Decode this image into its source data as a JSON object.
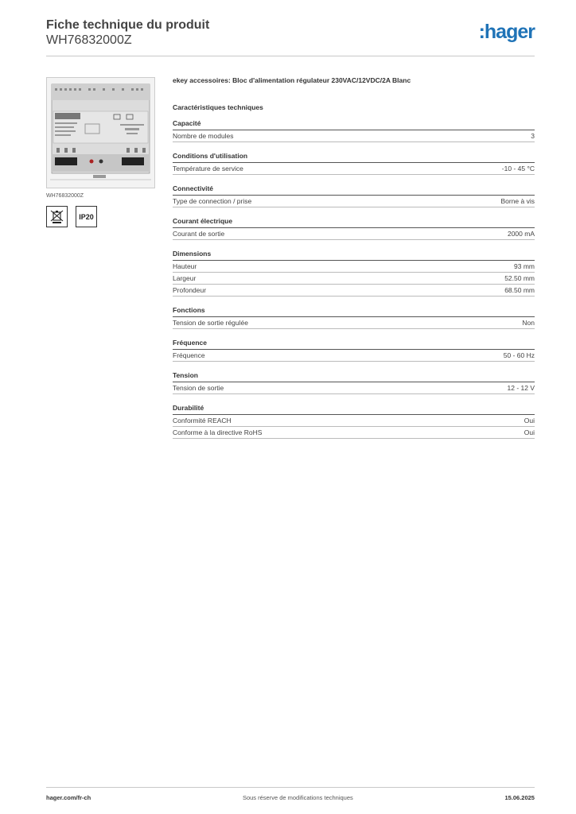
{
  "header": {
    "title": "Fiche technique du produit",
    "code": "WH76832000Z",
    "logo_text": "hager",
    "logo_color": "#1f73b7"
  },
  "left": {
    "photo_caption": "WH76832000Z",
    "badge_weee_icon": "crossed-bin-icon",
    "badge_ip": "IP20"
  },
  "product": {
    "description": "ekey accessoires: Bloc d'alimentation régulateur 230VAC/12VDC/2A Blanc",
    "section_title": "Caractéristiques techniques"
  },
  "groups": [
    {
      "title": "Capacité",
      "rows": [
        {
          "label": "Nombre de modules",
          "value": "3"
        }
      ]
    },
    {
      "title": "Conditions d'utilisation",
      "rows": [
        {
          "label": "Température de service",
          "value": "-10 - 45 °C"
        }
      ]
    },
    {
      "title": "Connectivité",
      "rows": [
        {
          "label": "Type de connection / prise",
          "value": "Borne à vis"
        }
      ]
    },
    {
      "title": "Courant électrique",
      "rows": [
        {
          "label": "Courant de sortie",
          "value": "2000 mA"
        }
      ]
    },
    {
      "title": "Dimensions",
      "rows": [
        {
          "label": "Hauteur",
          "value": "93 mm"
        },
        {
          "label": "Largeur",
          "value": "52.50 mm"
        },
        {
          "label": "Profondeur",
          "value": "68.50 mm"
        }
      ]
    },
    {
      "title": "Fonctions",
      "rows": [
        {
          "label": "Tension de sortie régulée",
          "value": "Non"
        }
      ]
    },
    {
      "title": "Fréquence",
      "rows": [
        {
          "label": "Fréquence",
          "value": "50 - 60 Hz"
        }
      ]
    },
    {
      "title": "Tension",
      "rows": [
        {
          "label": "Tension de sortie",
          "value": "12 - 12 V"
        }
      ]
    },
    {
      "title": "Durabilité",
      "rows": [
        {
          "label": "Conformité REACH",
          "value": "Oui"
        },
        {
          "label": "Conforme à la directive RoHS",
          "value": "Oui"
        }
      ]
    }
  ],
  "footer": {
    "url": "hager.com/fr-ch",
    "note": "Sous réserve de modifications techniques",
    "date": "15.06.2025"
  }
}
